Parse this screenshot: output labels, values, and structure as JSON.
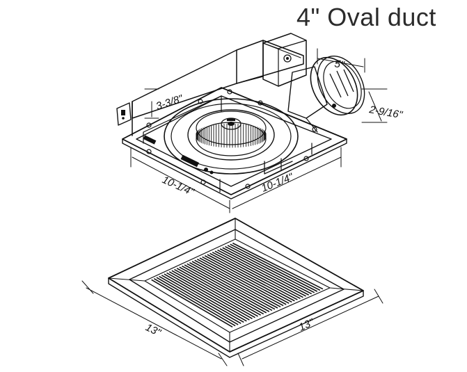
{
  "title": "4\" Oval duct",
  "dimensions": {
    "housing_height": "3-3/8\"",
    "housing_width_left": "10-1/4\"",
    "housing_width_right": "10-1/4\"",
    "duct_width": "5\"",
    "duct_height": "2-9/16\"",
    "grille_left": "13\"",
    "grille_right": "13\""
  }
}
